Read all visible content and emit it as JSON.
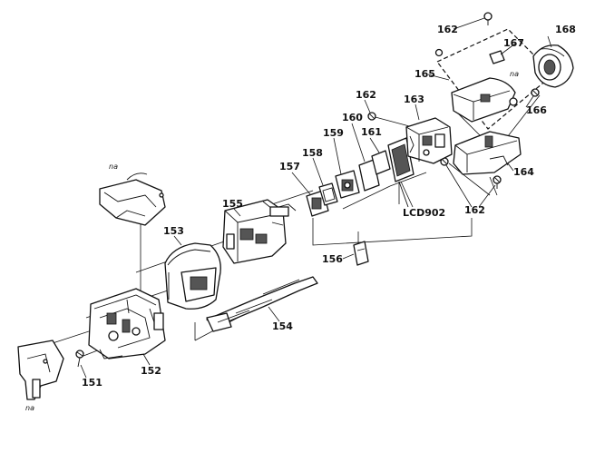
{
  "labels": {
    "p151": "151",
    "p152": "152",
    "p153": "153",
    "p154": "154",
    "p155": "155",
    "p156": "156",
    "p157": "157",
    "p158": "158",
    "p159": "159",
    "p160": "160",
    "p161": "161",
    "p162a": "162",
    "p162b": "162",
    "p162c": "162",
    "p163": "163",
    "p164": "164",
    "p165": "165",
    "p166": "166",
    "p167": "167",
    "p168": "168",
    "lcd": "LCD902",
    "na1": "na",
    "na2": "na",
    "na3": "na"
  }
}
